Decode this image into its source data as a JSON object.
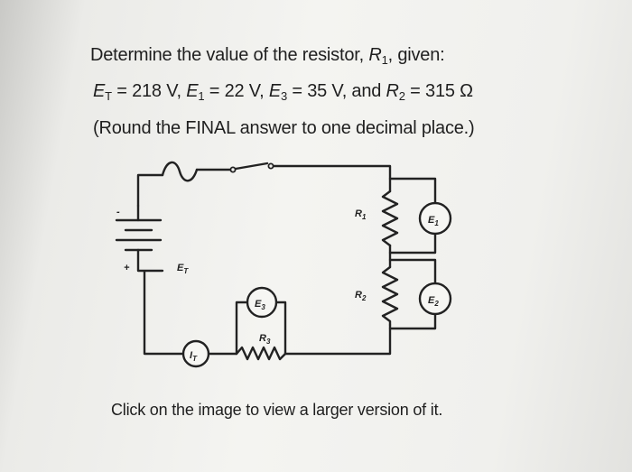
{
  "problem": {
    "line1_prefix": "Determine the value of the resistor, ",
    "line1_R": "R",
    "line1_R_sub": "1",
    "line1_suffix": ", given:",
    "ET_sym": "E",
    "ET_sub": "T",
    "ET_val": " = 218 V, ",
    "E1_sym": "E",
    "E1_sub": "1",
    "E1_val": " = 22 V, ",
    "E3_sym": "E",
    "E3_sub": "3",
    "E3_val": " = 35 V, and ",
    "R2_sym": "R",
    "R2_sub": "2",
    "R2_val": " = 315 Ω",
    "round_note": "(Round the FINAL answer to one decimal place.)",
    "click_note": "Click on the image to view a larger version of it."
  },
  "circuit": {
    "labels": {
      "ET": {
        "main": "E",
        "sub": "T"
      },
      "IT": {
        "main": "I",
        "sub": "T"
      },
      "R1": {
        "main": "R",
        "sub": "1"
      },
      "R2": {
        "main": "R",
        "sub": "2"
      },
      "R3": {
        "main": "R",
        "sub": "3"
      },
      "E1": {
        "main": "E",
        "sub": "1"
      },
      "E2": {
        "main": "E",
        "sub": "2"
      },
      "E3": {
        "main": "E",
        "sub": "3"
      }
    },
    "battery_minus": "-",
    "battery_plus": "+"
  }
}
